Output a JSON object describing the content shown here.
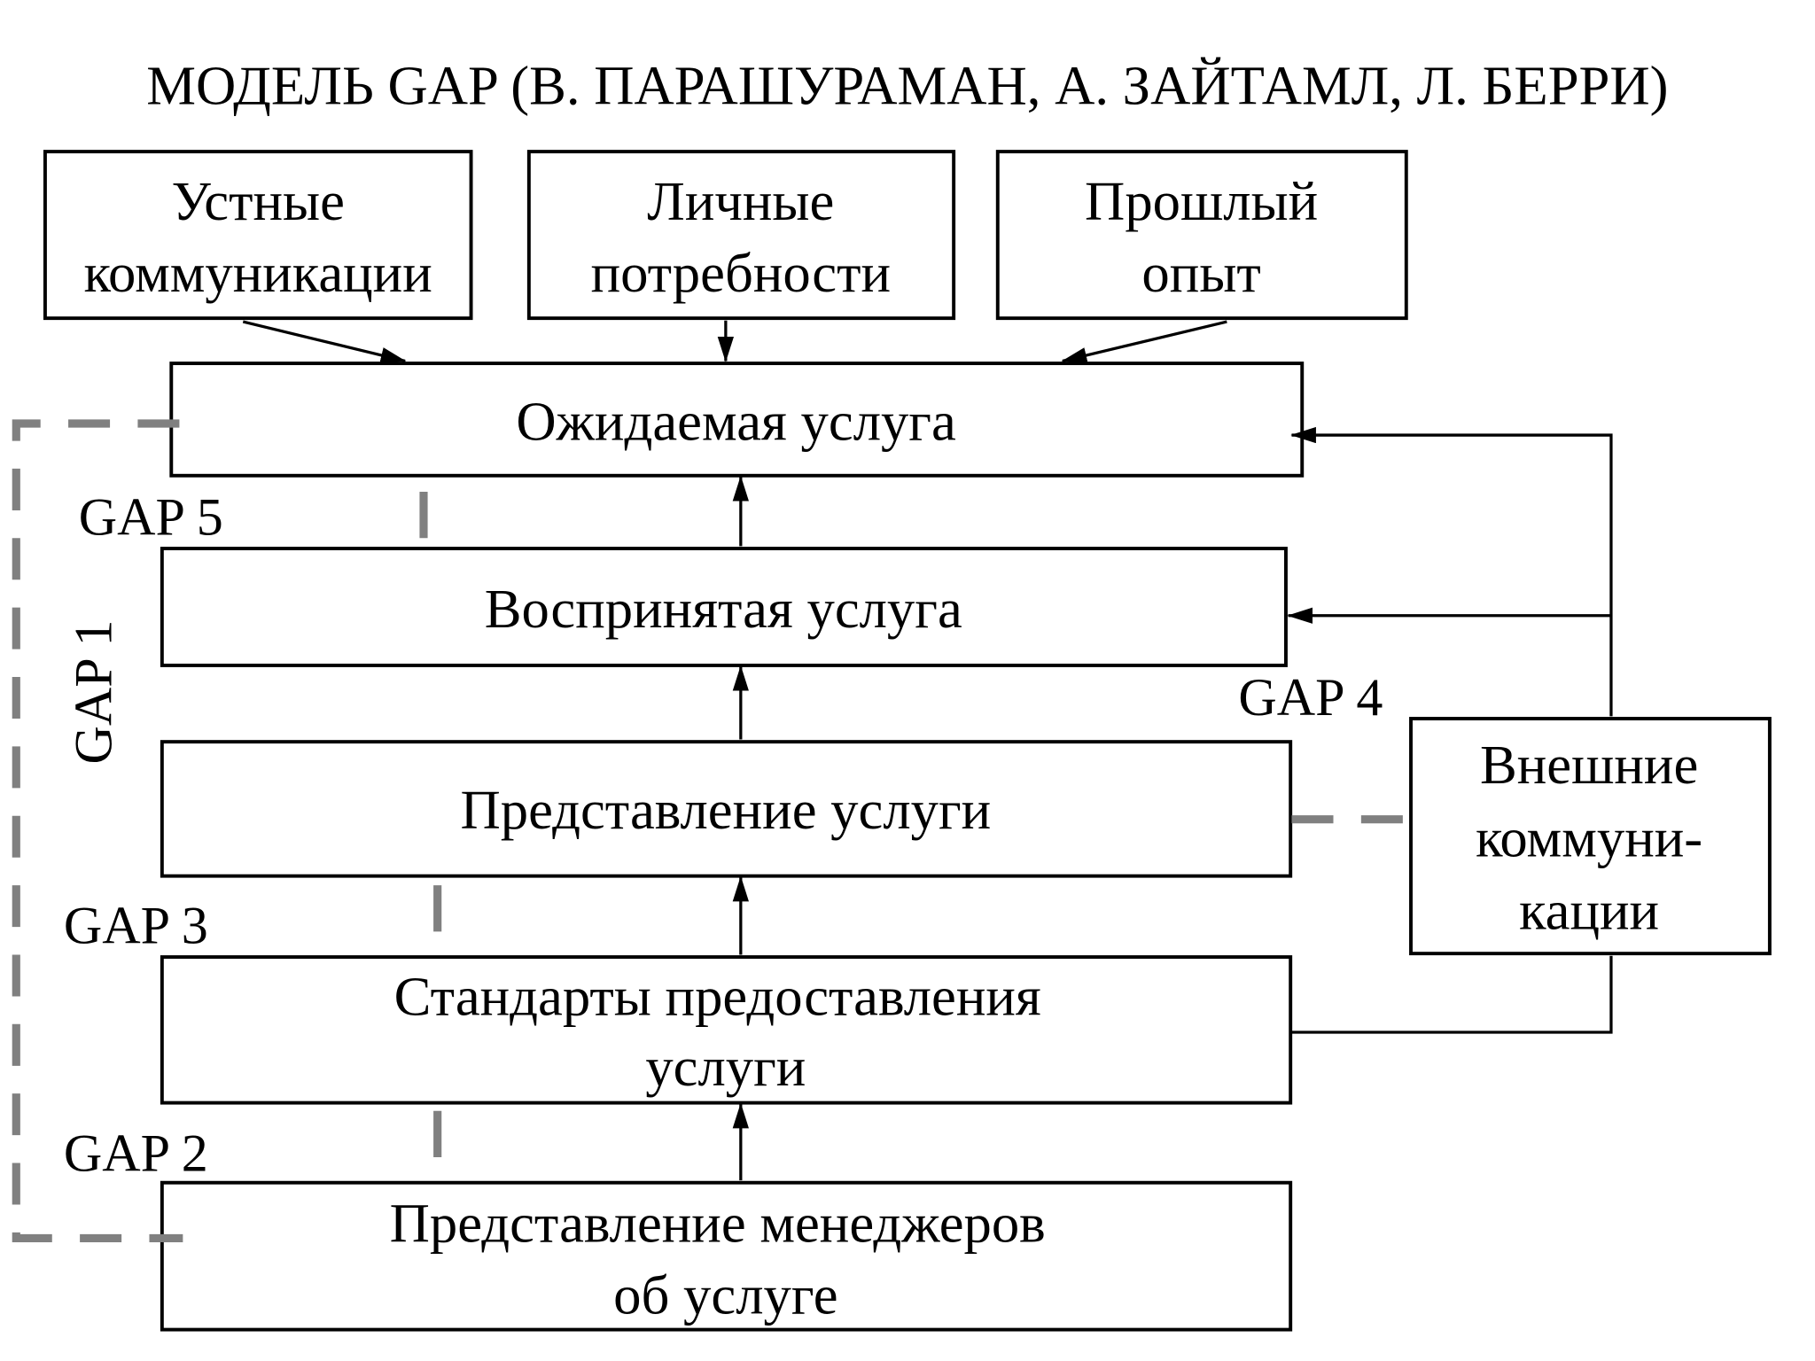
{
  "title": "МОДЕЛЬ GAP (В. ПАРАШУРАМАН, А. ЗАЙТАМЛ, Л. БЕРРИ)",
  "sources": {
    "word_of_mouth": [
      "Устные",
      "коммуникации"
    ],
    "personal_needs": [
      "Личные",
      "потребности"
    ],
    "past_experience": [
      "Прошлый",
      "опыт"
    ]
  },
  "boxes": {
    "expected_service": "Ожидаемая услуга",
    "perceived_service": "Воспринятая услуга",
    "service_delivery": "Представление услуги",
    "service_standards": [
      "Стандарты предоставления",
      "услуги"
    ],
    "management_perceptions": [
      "Представление менеджеров",
      "об услуге"
    ],
    "external_communications": [
      "Внешние",
      "коммуни-",
      "кации"
    ]
  },
  "gaps": {
    "gap1": "GAP 1",
    "gap2": "GAP 2",
    "gap3": "GAP 3",
    "gap4": "GAP 4",
    "gap5": "GAP 5"
  },
  "colors": {
    "line": "#000000",
    "dashed_gap": "#808080",
    "background": "#ffffff"
  }
}
